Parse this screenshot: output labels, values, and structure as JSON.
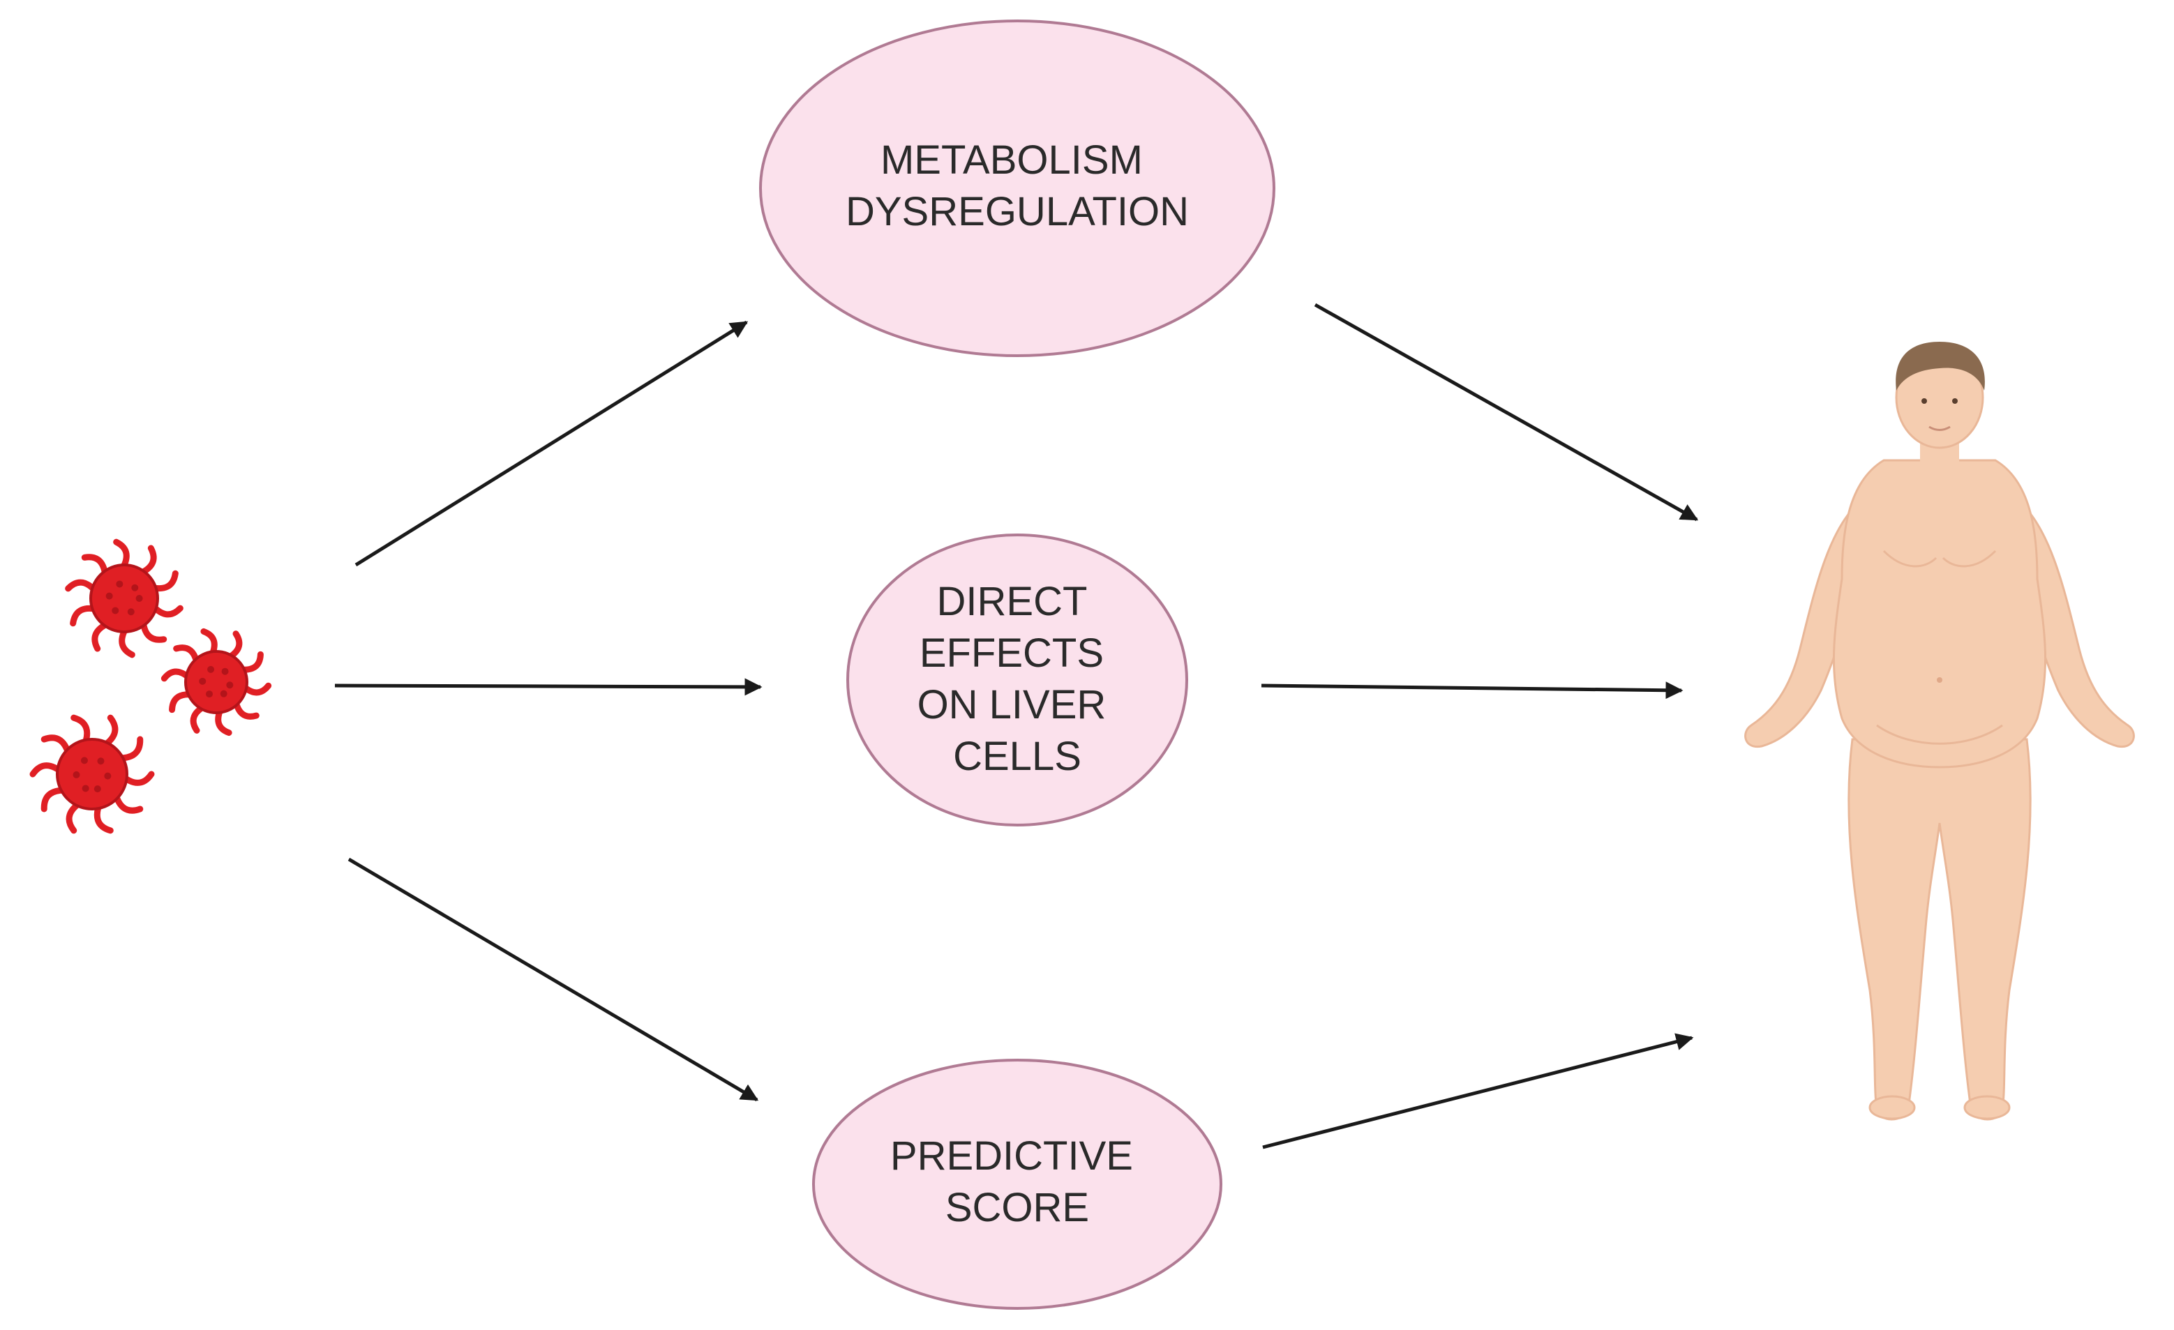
{
  "colors": {
    "node_fill": "#fbe1ec",
    "node_stroke": "#b07a93",
    "arrow": "#1a1a1a",
    "cell": "#e01f24",
    "cell_dark": "#b3141a",
    "skin": "#f5cdb0",
    "skin_shade": "#e9b798",
    "hair": "#8a6a4f"
  },
  "icons": {
    "source": "red-blood-cells-icon",
    "target": "obese-human-figure-icon"
  },
  "nodes": [
    {
      "id": "metabolism",
      "lines": [
        "METABOLISM",
        "DYSREGULATION"
      ]
    },
    {
      "id": "direct",
      "lines": [
        "DIRECT",
        "EFFECTS",
        "ON LIVER",
        "CELLS"
      ]
    },
    {
      "id": "predictive",
      "lines": [
        "PREDICTIVE",
        "SCORE"
      ]
    }
  ],
  "edges": [
    {
      "from": "source",
      "to": "metabolism"
    },
    {
      "from": "source",
      "to": "direct"
    },
    {
      "from": "source",
      "to": "predictive"
    },
    {
      "from": "metabolism",
      "to": "target"
    },
    {
      "from": "direct",
      "to": "target"
    },
    {
      "from": "predictive",
      "to": "target"
    }
  ]
}
